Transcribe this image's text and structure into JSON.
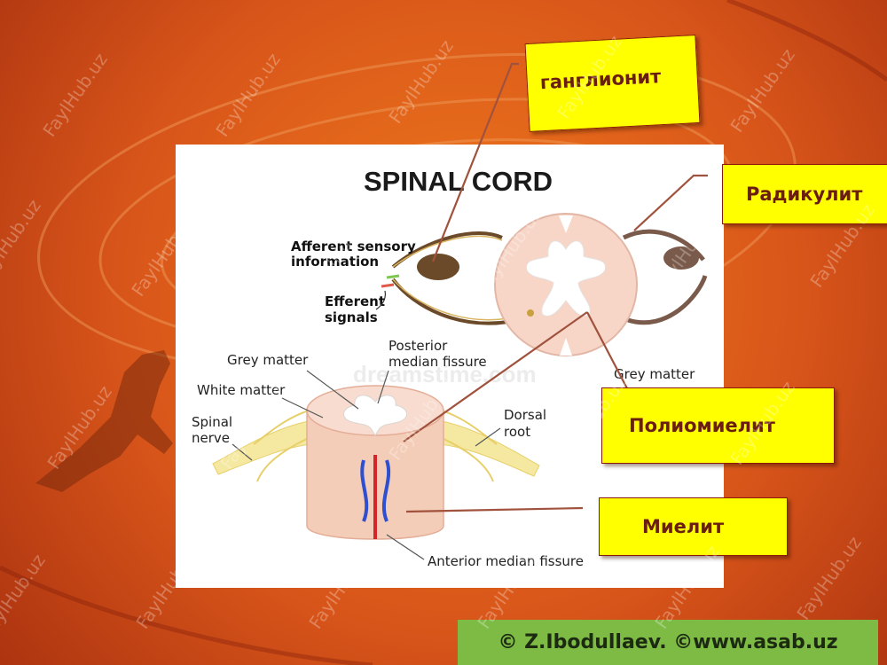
{
  "diagram": {
    "title": "SPINAL CORD",
    "labels": {
      "afferent_line1": "Afferent sensory",
      "afferent_line2": "information",
      "efferent_line1": "Efferent",
      "efferent_line2": "signals",
      "grey_matter_left": "Grey matter",
      "posterior_line1": "Posterior",
      "posterior_line2": "median fissure",
      "white_matter": "White matter",
      "spinal_line1": "Spinal",
      "spinal_line2": "nerve",
      "dorsal_line1": "Dorsal",
      "dorsal_line2": "root",
      "grey_matter_right": "Grey matter",
      "anterior_fissure": "Anterior median fissure"
    },
    "watermark_center": "dreamstime.com"
  },
  "callouts": {
    "ganglionit": "ганглионит",
    "radikulit": "Радикулит",
    "poliomielit": "Полиомиелит",
    "mielit": "Миелит"
  },
  "credit": "© Z.Ibodullaev. ©www.asab.uz",
  "watermark_text": "FaylHub.uz",
  "colors": {
    "callout_fill": "#ffff00",
    "callout_text": "#6b1e0f",
    "credit_fill": "#7dbb44",
    "leader_line": "#a0523d"
  }
}
